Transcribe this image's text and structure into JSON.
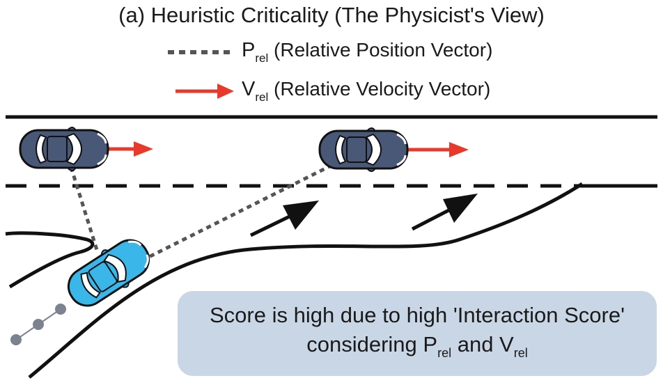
{
  "title": "(a) Heuristic Criticality (The Physicist's View)",
  "legend": {
    "position": {
      "symbol": "P",
      "subscript": "rel",
      "label": "(Relative Position Vector)",
      "line_color": "#555555"
    },
    "velocity": {
      "symbol": "V",
      "subscript": "rel",
      "label": "(Relative Velocity Vector)",
      "arrow_color": "#e8392a"
    }
  },
  "note": {
    "line1": "Score is high due to high 'Interaction Score'",
    "line2_prefix": "considering ",
    "p_symbol": "P",
    "p_sub": "rel",
    "and_text": " and ",
    "v_symbol": "V",
    "v_sub": "rel",
    "background": "#c8d6e5"
  },
  "colors": {
    "ego_car": "#3bb6e8",
    "other_car": "#4a5878",
    "road_line": "#111111",
    "flow_arrow": "#111111",
    "trajectory_dots": "#7d8290"
  }
}
